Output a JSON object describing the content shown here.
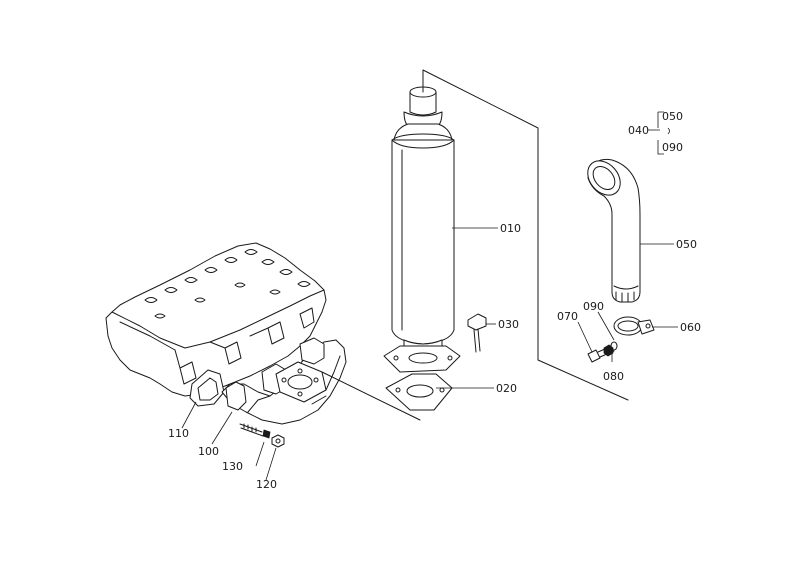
{
  "labels": {
    "p010": "010",
    "p020": "020",
    "p030": "030",
    "p040": "040",
    "p050_top": "050",
    "p090_top": "090",
    "p050": "050",
    "p060": "060",
    "p070": "070",
    "p080": "080",
    "p090": "090",
    "p100": "100",
    "p110": "110",
    "p120": "120",
    "p130": "130"
  }
}
